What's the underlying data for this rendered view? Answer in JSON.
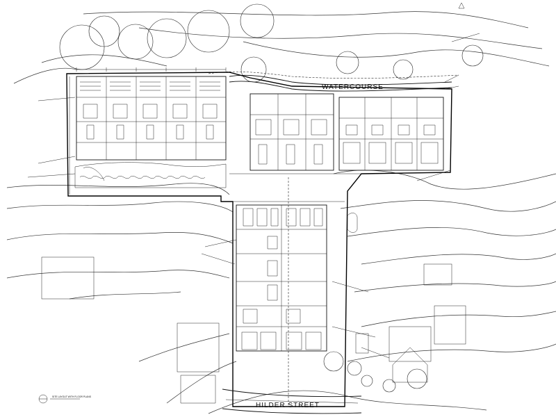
{
  "labels": {
    "watercourse": "WATERCOURSE",
    "street": "HILDER STREET",
    "sheet_title": "SITE LAYOUT WITH FLOOR PLANS"
  },
  "rows": {
    "top_west_units": 5,
    "top_middle_units": 3,
    "top_east_units": 4,
    "south_block_units": 6
  },
  "colors": {
    "ink": "#111111",
    "paper": "#ffffff"
  }
}
